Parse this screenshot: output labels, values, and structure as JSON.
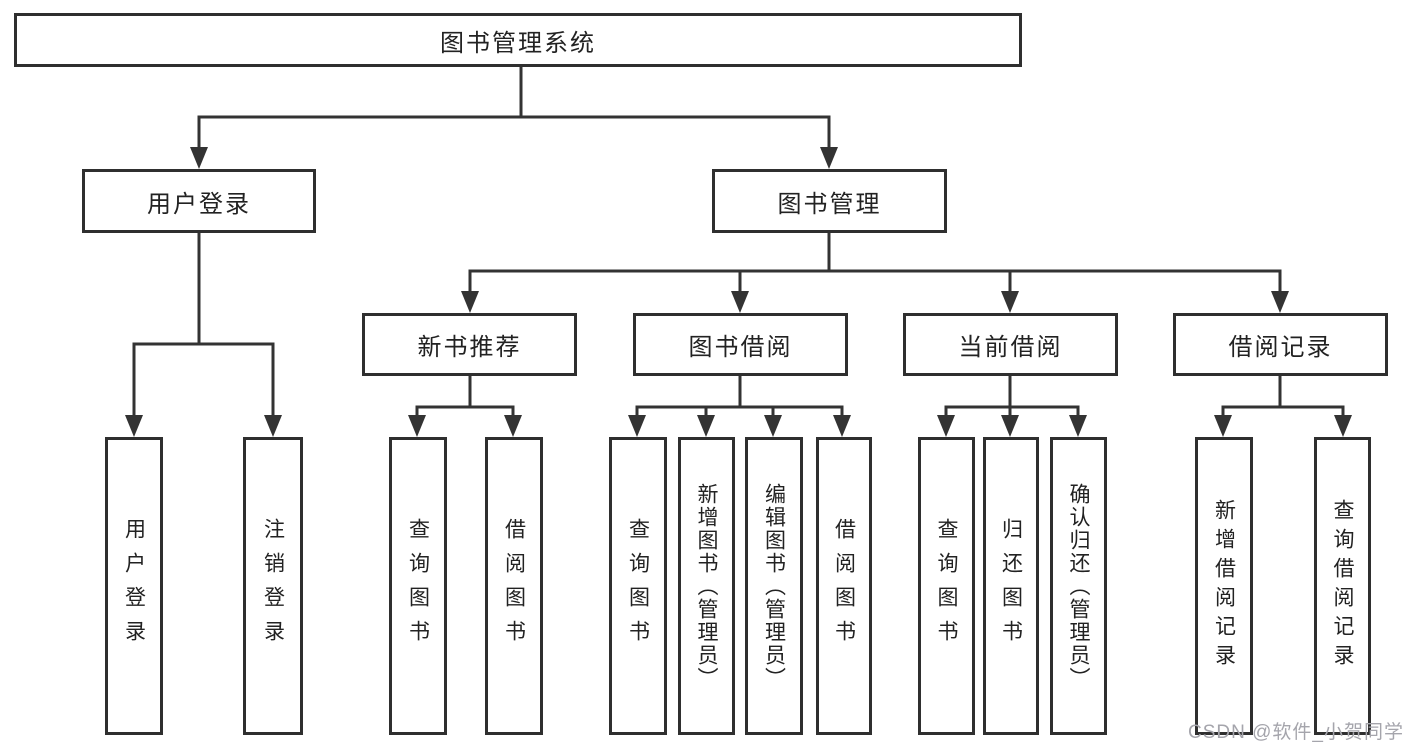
{
  "tree": {
    "root": {
      "label": "图书管理系统"
    },
    "level2": [
      {
        "label": "用户登录"
      },
      {
        "label": "图书管理"
      }
    ],
    "level3": [
      {
        "label": "新书推荐"
      },
      {
        "label": "图书借阅"
      },
      {
        "label": "当前借阅"
      },
      {
        "label": "借阅记录"
      }
    ],
    "leaves": [
      {
        "label": "用户登录"
      },
      {
        "label": "注销登录"
      },
      {
        "label": "查询图书"
      },
      {
        "label": "借阅图书"
      },
      {
        "label": "查询图书"
      },
      {
        "label": "新增图书（管理员）"
      },
      {
        "label": "编辑图书（管理员）"
      },
      {
        "label": "借阅图书"
      },
      {
        "label": "查询图书"
      },
      {
        "label": "归还图书"
      },
      {
        "label": "确认归还（管理员）"
      },
      {
        "label": "新增借阅记录"
      },
      {
        "label": "查询借阅记录"
      }
    ]
  },
  "watermark": {
    "text": "CSDN @软件_小贺同学"
  },
  "colors": {
    "line": "#333333",
    "box_border": "#2f2f2f",
    "text": "#222222",
    "watermark": "#a5a5ac",
    "background": "#ffffff"
  }
}
